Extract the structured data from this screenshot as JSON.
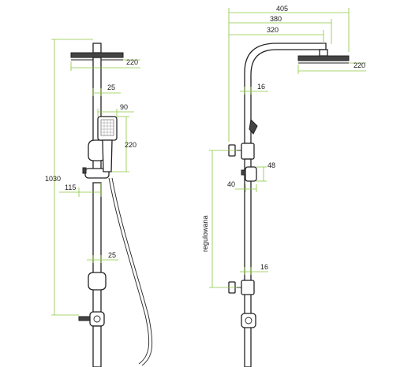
{
  "front_view": {
    "labels": {
      "head_width": "220",
      "pipe_25_top": "25",
      "handset_width": "90",
      "handset_height": "220",
      "overall_height": "1030",
      "offset_115": "115",
      "pipe_25_bottom": "25"
    }
  },
  "side_view": {
    "labels": {
      "reach_405": "405",
      "reach_380": "380",
      "reach_320": "320",
      "head_width": "220",
      "pipe_16_top": "16",
      "holder_48": "48",
      "holder_40": "40",
      "adjustable": "regulowana",
      "pipe_16_bottom": "16"
    }
  },
  "colors": {
    "dimension_line": "#8cc63f",
    "outline": "#222222"
  }
}
